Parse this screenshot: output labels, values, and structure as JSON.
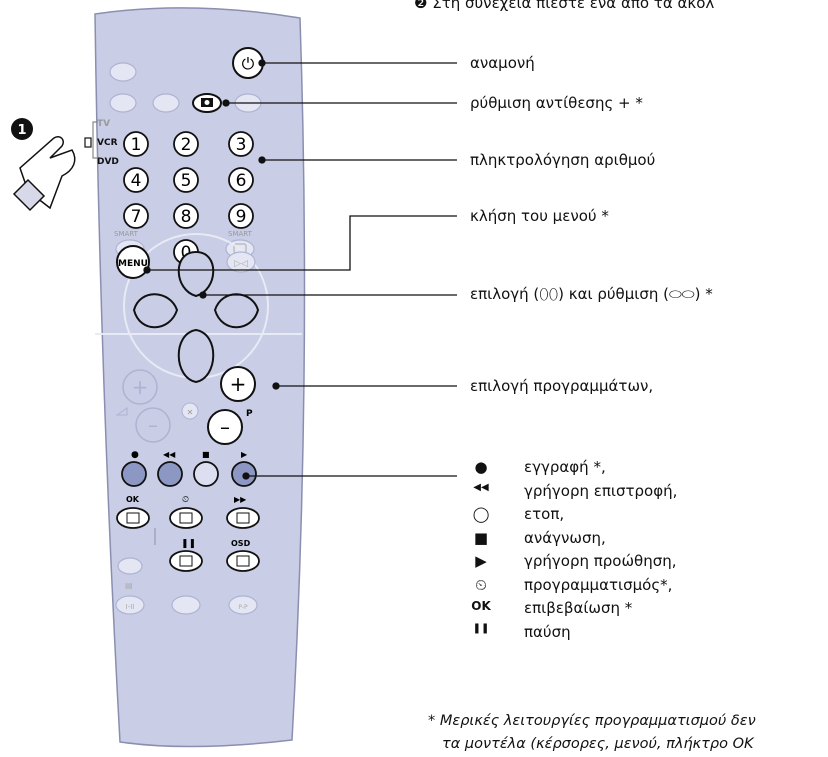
{
  "step2_heading": "❷ Στη συνέχεια πιέστε ένα από τα ακόλ",
  "step1_marker": "1",
  "source_selector": {
    "tv": "TV",
    "vcr": "VCR",
    "dvd": "DVD"
  },
  "remote_labels": {
    "menu": "MENU",
    "smart_left": "SMART",
    "smart_right": "SMART",
    "p": "P",
    "ok": "OK",
    "osd": "OSD",
    "sub_i_ii": "I-II",
    "pip": "P-P"
  },
  "digits": [
    "1",
    "2",
    "3",
    "4",
    "5",
    "6",
    "7",
    "8",
    "9",
    "0"
  ],
  "callouts": {
    "standby": "αναμονή",
    "contrast": "ρύθμιση αντίθεσης + *",
    "digits": "πληκτρολόγηση αριθμού",
    "menu": "κλήση του μενού *",
    "navigation_a": "επιλογή (",
    "navigation_b": ") και ρύθμιση (",
    "navigation_c": ") *",
    "programs": "επιλογή προγραμμάτων,"
  },
  "legend": [
    {
      "icon": "record-dot-icon",
      "text": "εγγραφή *,"
    },
    {
      "icon": "rewind-icon",
      "text": "γρήγορη επιστροφή,"
    },
    {
      "icon": "stop-oval-icon",
      "text": "ετοπ,"
    },
    {
      "icon": "square-play-icon",
      "text": "ανάγνωση,"
    },
    {
      "icon": "forward-triangle-icon",
      "text": "γρήγορη προώθηση,"
    },
    {
      "icon": "timer-icon",
      "text": "προγραμματισμός*,"
    },
    {
      "icon": "ok-icon",
      "text": "επιβεβαίωση *",
      "symbol": "OK"
    },
    {
      "icon": "pause-icon",
      "text": "παύση"
    }
  ],
  "footnote": {
    "line1": "* Μερικές λειτουργίες προγραμματισμού δεν",
    "line2": "τα μοντέλα (κέρσορες, μενού, πλήκτρο OK"
  },
  "colors": {
    "remote": "#c9cde6",
    "remote_outline": "#8a8fb0",
    "button_blue": "#8d97c4",
    "button_light": "#dcdff0",
    "pale": "#aeb3d2"
  }
}
